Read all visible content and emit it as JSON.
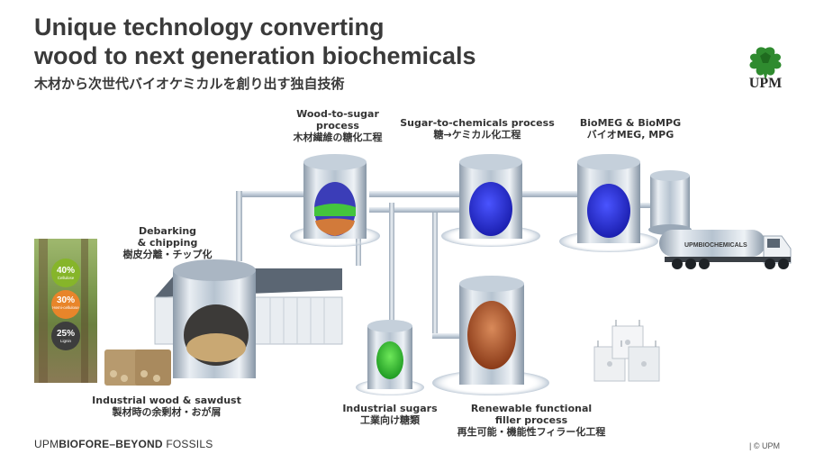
{
  "title_line1": "Unique technology converting",
  "title_line2": "wood to next generation biochemicals",
  "subtitle": "木材から次世代バイオケミカルを創り出す独自技術",
  "logo": {
    "text": "UPM",
    "icon": "griffin-icon",
    "color": "#2f8b2f"
  },
  "wood": {
    "cellulose": {
      "pct": "40%",
      "name": "Cellulose",
      "color": "#86b52a"
    },
    "hemicellulose": {
      "pct": "30%",
      "name": "Hemi-cellulose",
      "color": "#e8852a"
    },
    "lignin": {
      "pct": "25%",
      "name": "Lignin",
      "color": "#3d3d3d"
    }
  },
  "labels": {
    "debarking": [
      "Debarking",
      "& chipping",
      "樹皮分離・チップ化"
    ],
    "wood_to_sugar": [
      "Wood-to-sugar",
      "process",
      "木材繊維の糖化工程"
    ],
    "sugar_to_chem": [
      "Sugar-to-chemicals process",
      "糖→ケミカル化工程"
    ],
    "biomeg": [
      "BioMEG & BioMPG",
      "バイオMEG, MPG"
    ],
    "industrial_wood": [
      "Industrial wood & sawdust",
      "製材時の余剰材・おが屑"
    ],
    "industrial_sugars": [
      "Industrial sugars",
      "工業向け糖類"
    ],
    "filler": [
      "Renewable functional",
      "filler process",
      "再生可能・機能性フィラー化工程"
    ]
  },
  "truck_label": "UPMBIOCHEMICALS",
  "footer": {
    "upm": "UPM",
    "biofore": "BIOFORE",
    "dash": "–",
    "beyond": "BEYOND",
    "fossils": " FOSSILS",
    "copyright": "| © UPM"
  },
  "colors": {
    "text": "#3a3a3a",
    "pipe": "#c9d3de",
    "tank": "#b9c6d3",
    "blue": "#2a2fd8",
    "green": "#3fc43a",
    "orange": "#d06a2c",
    "copper": "#b8582a"
  }
}
